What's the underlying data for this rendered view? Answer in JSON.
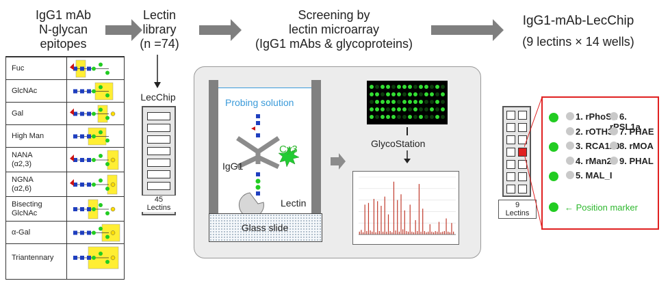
{
  "headers": {
    "igg1_glycan": [
      "IgG1 mAb",
      "N-glycan",
      "epitopes"
    ],
    "lectin_library": [
      "Lectin",
      "library",
      "(n =74)"
    ],
    "screening": [
      "Screening by",
      "lectin microarray",
      "(IgG1 mAbs & glycoproteins)"
    ],
    "lecchip_title": "IgG1-mAb-LecChip",
    "lecchip_sub": "(9 lectins × 14 wells)"
  },
  "glycan_table": [
    "Fuc",
    "GlcNAc",
    "Gal",
    "High Man",
    "NANA\n(α2,3)",
    "NGNA\n(α2,6)",
    "Bisecting\nGlcNAc",
    "α-Gal",
    "Triantennary"
  ],
  "lecchip": {
    "title": "LecChip",
    "count": "45",
    "unit": "Lectins"
  },
  "panel": {
    "probing": "Probing solution",
    "igg1": "IgG1",
    "cy3": "Cy3",
    "lectin": "Lectin",
    "glass": "Glass slide",
    "glycostation": "GlycoStation"
  },
  "chart_data": {
    "type": "bar",
    "title": "",
    "values": [
      0.05,
      0.08,
      0.04,
      0.52,
      0.06,
      0.55,
      0.07,
      0.05,
      0.62,
      0.04,
      0.58,
      0.06,
      0.5,
      0.05,
      0.66,
      0.05,
      0.35,
      0.06,
      0.04,
      0.92,
      0.07,
      0.6,
      0.05,
      0.7,
      0.09,
      0.42,
      0.06,
      0.05,
      0.52,
      0.05,
      0.04,
      0.25,
      0.06,
      0.88,
      0.05,
      0.45,
      0.06,
      0.04,
      0.05,
      0.18,
      0.05,
      0.04,
      0.06,
      0.05,
      0.22,
      0.04,
      0.05,
      0.06,
      0.28,
      0.05,
      0.04,
      0.2,
      0.05
    ],
    "color": "#c0392b",
    "grid": true
  },
  "small_chip": {
    "count": "9",
    "unit": "Lectins"
  },
  "lectins": [
    [
      "1. rPhoSL",
      "6. rPSL1a"
    ],
    [
      "2. rOTH3",
      "7. PHAE"
    ],
    [
      "3. RCA120",
      "8. rMOA"
    ],
    [
      "4. rMan2",
      "9. PHAL"
    ],
    [
      "5. MAL_I",
      ""
    ]
  ],
  "position_marker": "← Position marker",
  "colors": {
    "lectin_green": "#22cc22",
    "border_red": "#e02020",
    "bar_red": "#c0392b"
  }
}
